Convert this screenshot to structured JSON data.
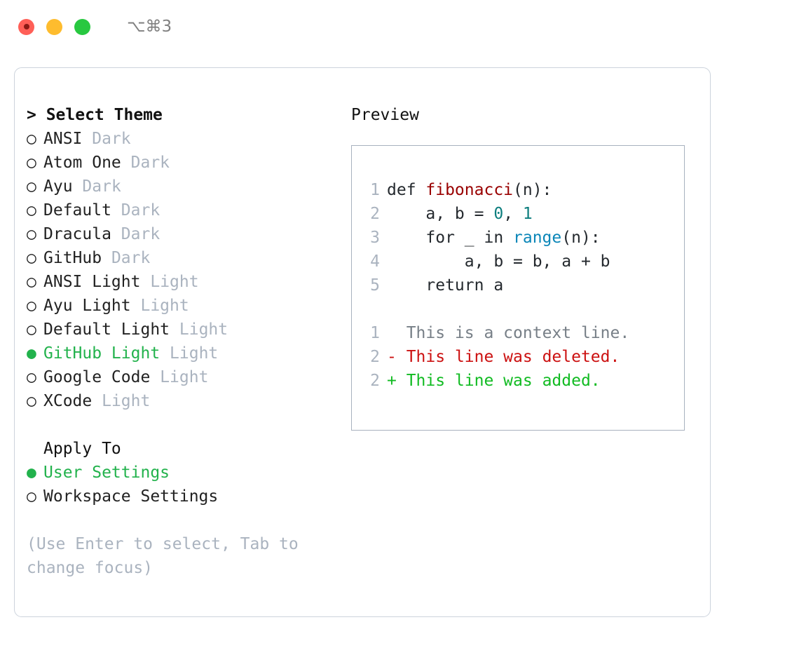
{
  "titlebar": {
    "lights": [
      "close-red",
      "minimize-yellow",
      "maximize-green"
    ],
    "shortcut": "⌥⌘3"
  },
  "theme_panel": {
    "header": "> Select Theme",
    "items": [
      {
        "bullet": "○",
        "name": "ANSI",
        "tag": "Dark",
        "selected": false
      },
      {
        "bullet": "○",
        "name": "Atom One",
        "tag": "Dark",
        "selected": false
      },
      {
        "bullet": "○",
        "name": "Ayu",
        "tag": "Dark",
        "selected": false
      },
      {
        "bullet": "○",
        "name": "Default",
        "tag": "Dark",
        "selected": false
      },
      {
        "bullet": "○",
        "name": "Dracula",
        "tag": "Dark",
        "selected": false
      },
      {
        "bullet": "○",
        "name": "GitHub",
        "tag": "Dark",
        "selected": false
      },
      {
        "bullet": "○",
        "name": "ANSI Light",
        "tag": "Light",
        "selected": false
      },
      {
        "bullet": "○",
        "name": "Ayu Light",
        "tag": "Light",
        "selected": false
      },
      {
        "bullet": "○",
        "name": "Default Light",
        "tag": "Light",
        "selected": false
      },
      {
        "bullet": "●",
        "name": "GitHub Light",
        "tag": "Light",
        "selected": true
      },
      {
        "bullet": "○",
        "name": "Google Code",
        "tag": "Light",
        "selected": false
      },
      {
        "bullet": "○",
        "name": "XCode",
        "tag": "Light",
        "selected": false
      }
    ],
    "apply_to": {
      "header": "Apply To",
      "options": [
        {
          "bullet": "●",
          "name": "User Settings",
          "selected": true
        },
        {
          "bullet": "○",
          "name": "Workspace Settings",
          "selected": false
        }
      ]
    },
    "hint": "(Use Enter to select, Tab to change focus)"
  },
  "preview": {
    "header": "Preview",
    "code_lines": [
      {
        "num": "1",
        "parts": [
          {
            "t": "def ",
            "c": "plain"
          },
          {
            "t": "fibonacci",
            "c": "fn"
          },
          {
            "t": "(n):",
            "c": "plain"
          }
        ]
      },
      {
        "num": "2",
        "parts": [
          {
            "t": "    a, b = ",
            "c": "plain"
          },
          {
            "t": "0",
            "c": "num"
          },
          {
            "t": ", ",
            "c": "plain"
          },
          {
            "t": "1",
            "c": "num"
          }
        ]
      },
      {
        "num": "3",
        "parts": [
          {
            "t": "    for _ in ",
            "c": "plain"
          },
          {
            "t": "range",
            "c": "bi"
          },
          {
            "t": "(n):",
            "c": "plain"
          }
        ]
      },
      {
        "num": "4",
        "parts": [
          {
            "t": "        a, b = b, a + b",
            "c": "plain"
          }
        ]
      },
      {
        "num": "5",
        "parts": [
          {
            "t": "    return a",
            "c": "plain"
          }
        ]
      }
    ],
    "diff_lines": [
      {
        "num": "1",
        "marker": "  ",
        "text": "This is a context line.",
        "kind": "ctx"
      },
      {
        "num": "2",
        "marker": "- ",
        "text": "This line was deleted.",
        "kind": "del"
      },
      {
        "num": "2",
        "marker": "+ ",
        "text": "This line was added.",
        "kind": "add"
      }
    ]
  },
  "colors": {
    "accent_green": "#22b24c",
    "muted": "#aab3bf",
    "fn_red": "#990000",
    "num_teal": "#0d7e7e",
    "builtin_blue": "#0b86b8",
    "diff_del": "#cc1111",
    "diff_add": "#11bb22",
    "panel_border": "#ccd3dc",
    "preview_border": "#a8b1bf"
  }
}
